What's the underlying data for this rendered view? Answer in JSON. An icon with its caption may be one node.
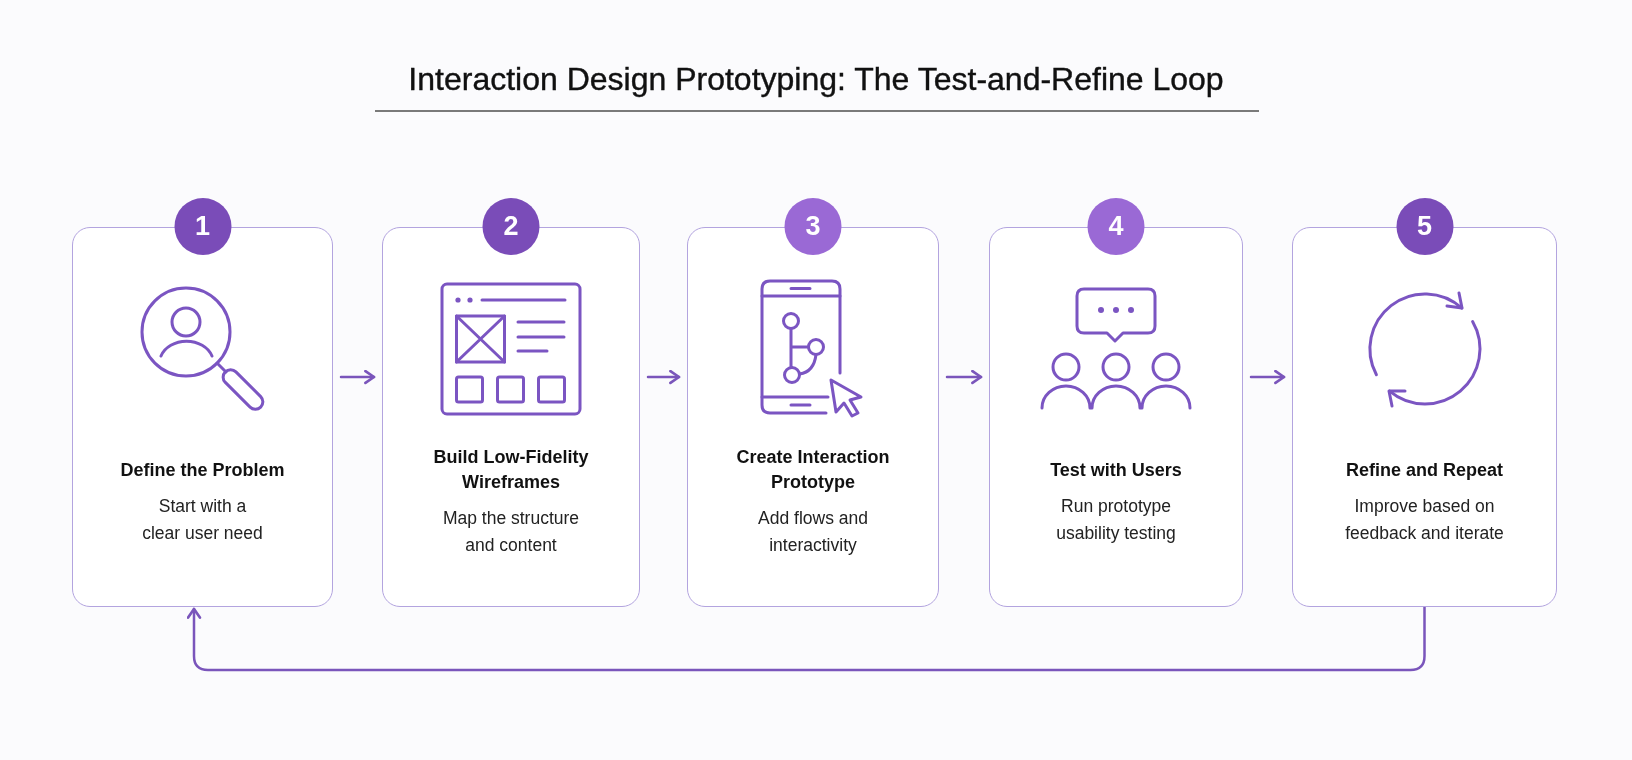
{
  "diagram": {
    "title": "Interaction Design Prototyping: The Test-and-Refine Loop",
    "nodes": [
      {
        "text": [
          "1",
          "Define the Problem",
          "Start with a clear user need"
        ]
      },
      {
        "text": [
          "2",
          "Build Low-Fidelity Wireframes",
          "Map the structure and content"
        ]
      },
      {
        "text": [
          "3",
          "Create Interaction Prototype",
          "Add flows and interactivity"
        ]
      },
      {
        "text": [
          "4",
          "Test with Users",
          "Run prototype usability testing"
        ]
      },
      {
        "text": [
          "5",
          "Refine and Repeat",
          "Improve based on feedback and iterate"
        ]
      }
    ],
    "edges": [
      {
        "from": 0,
        "to": 1,
        "arrow": "to"
      },
      {
        "from": 1,
        "to": 2,
        "arrow": "to"
      },
      {
        "from": 2,
        "to": 3,
        "arrow": "to"
      },
      {
        "from": 3,
        "to": 4,
        "arrow": "to"
      },
      {
        "from": 4,
        "to": 0,
        "arrow": "to"
      }
    ]
  }
}
